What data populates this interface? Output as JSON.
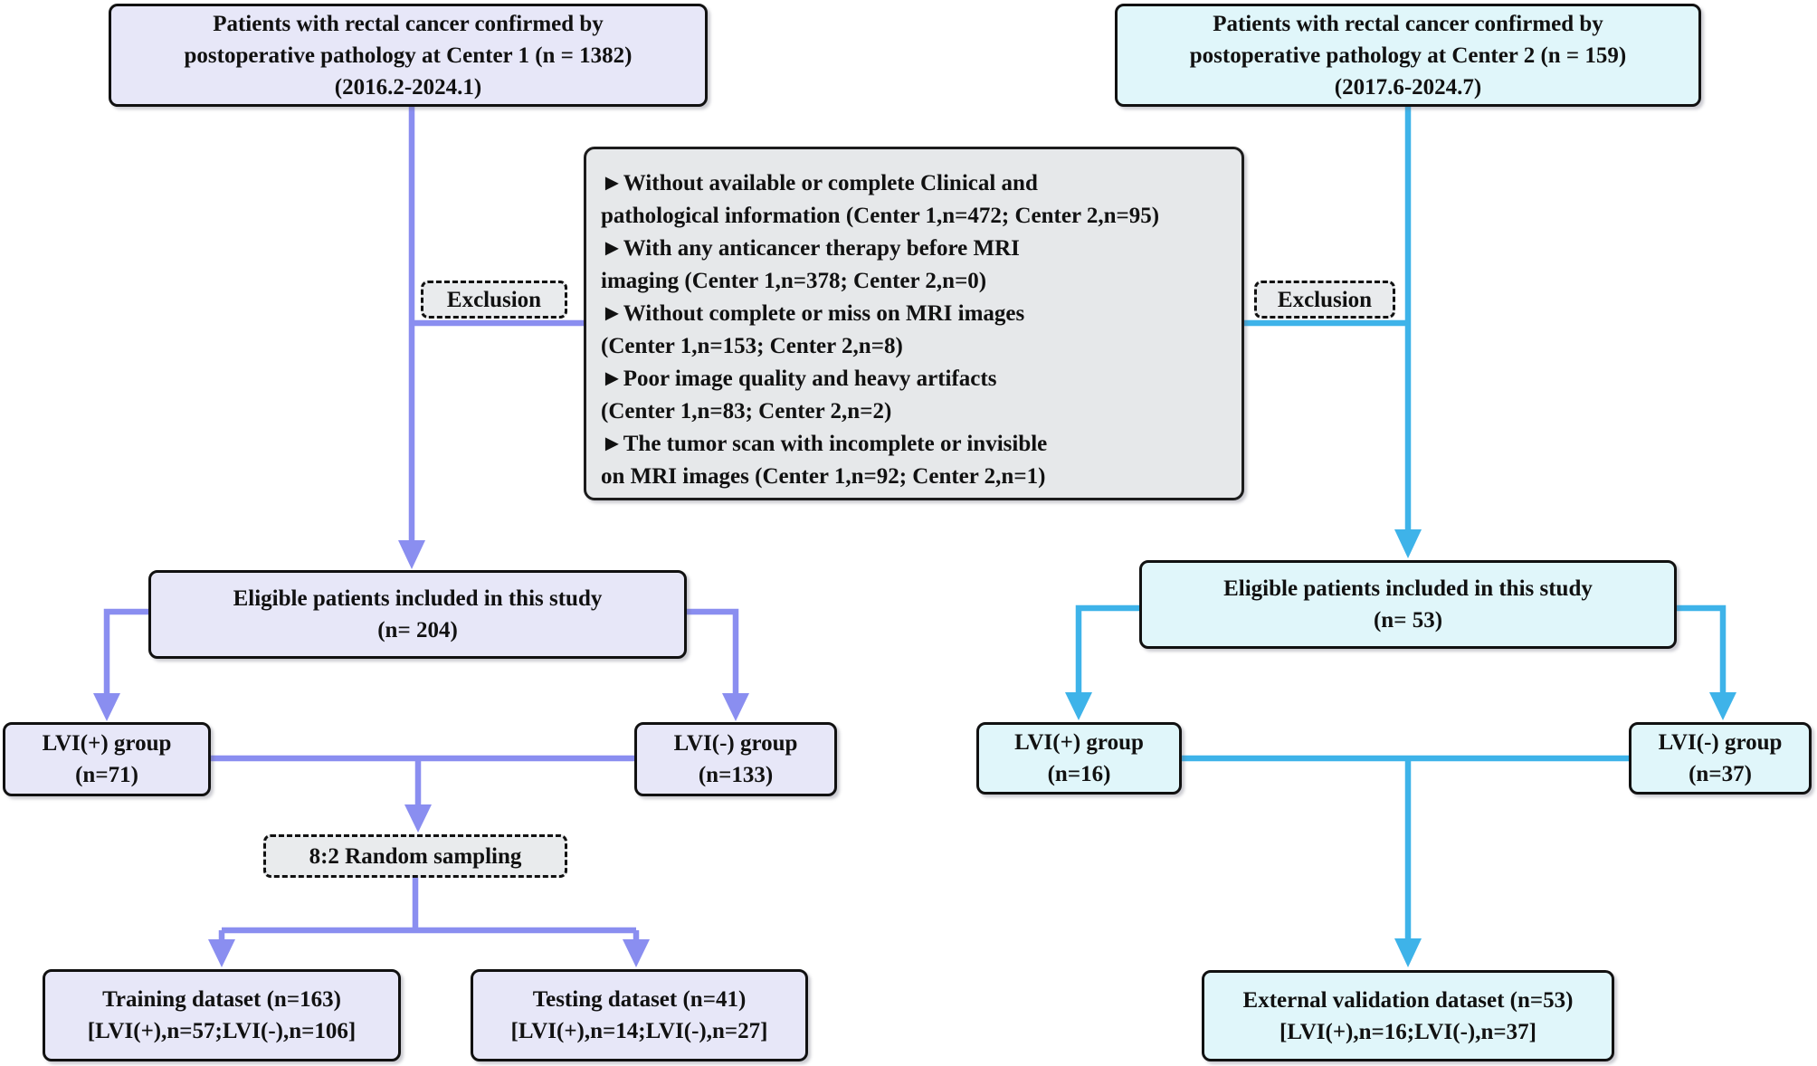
{
  "colors": {
    "left_accent": "#8a8ef0",
    "right_accent": "#3eb3e9",
    "left_fill": "#e7e7f8",
    "right_fill": "#e0f6fa",
    "gray_fill": "#e6e8ea",
    "dashed_fill": "#e9ebed",
    "border": "#111111"
  },
  "center1": {
    "source_box": {
      "lines": [
        "Patients with rectal cancer confirmed by",
        "postoperative pathology at Center 1 (n = 1382)",
        "(2016.2-2024.1)"
      ]
    },
    "exclusion_label": "Exclusion",
    "eligible_box": {
      "lines": [
        "Eligible patients included in this study",
        "(n= 204)"
      ]
    },
    "lvi_positive_box": {
      "lines": [
        "LVI(+) group",
        "(n=71)"
      ]
    },
    "lvi_negative_box": {
      "lines": [
        "LVI(-) group",
        "(n=133)"
      ]
    },
    "sampling_label": "8:2 Random sampling",
    "training_box": {
      "lines": [
        "Training dataset (n=163)",
        "[LVI(+),n=57;LVI(-),n=106]"
      ]
    },
    "testing_box": {
      "lines": [
        "Testing dataset (n=41)",
        "[LVI(+),n=14;LVI(-),n=27]"
      ]
    }
  },
  "center2": {
    "source_box": {
      "lines": [
        "Patients with rectal cancer confirmed by",
        "postoperative pathology at Center 2 (n = 159)",
        "(2017.6-2024.7)"
      ]
    },
    "exclusion_label": "Exclusion",
    "eligible_box": {
      "lines": [
        "Eligible patients included in this study",
        "(n= 53)"
      ]
    },
    "lvi_positive_box": {
      "lines": [
        "LVI(+) group",
        "(n=16)"
      ]
    },
    "lvi_negative_box": {
      "lines": [
        "LVI(-) group",
        "(n=37)"
      ]
    },
    "external_validation_box": {
      "lines": [
        "External validation dataset (n=53)",
        "[LVI(+),n=16;LVI(-),n=37]"
      ]
    }
  },
  "exclusion_criteria_box": {
    "lines": [
      "►Without available or complete Clinical and",
      "pathological information (Center 1,n=472; Center 2,n=95)",
      "►With any anticancer therapy before MRI",
      "imaging (Center 1,n=378; Center 2,n=0)",
      "►Without complete or miss on MRI images",
      "(Center 1,n=153; Center 2,n=8)",
      "►Poor image quality and heavy artifacts",
      "(Center 1,n=83; Center 2,n=2)",
      "►The tumor scan with incomplete or invisible",
      "on MRI images (Center 1,n=92; Center 2,n=1)"
    ]
  }
}
